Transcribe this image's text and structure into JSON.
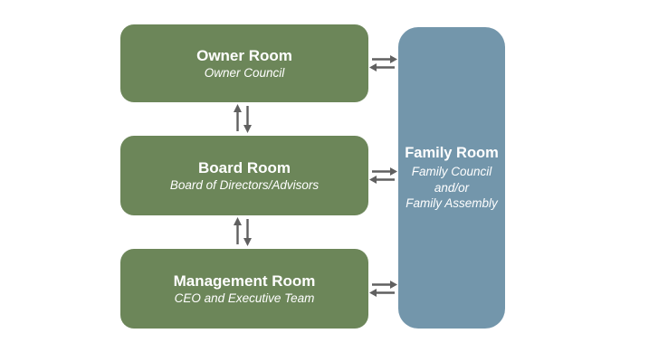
{
  "diagram": {
    "kind": "governance-structure-diagram",
    "colors": {
      "green_box": "#6c8659",
      "blue_box": "#7396ab",
      "arrow": "#606060",
      "text_on_box": "#ffffff",
      "background": "#ffffff"
    },
    "rooms": [
      {
        "title": "Owner Room",
        "subtitle": "Owner Council"
      },
      {
        "title": "Board Room",
        "subtitle": "Board of Directors/Advisors"
      },
      {
        "title": "Management Room",
        "subtitle": "CEO and Executive Team"
      }
    ],
    "family_room": {
      "title": "Family Room",
      "subtitle_lines": [
        "Family Council",
        "and/or",
        "Family Assembly"
      ]
    },
    "connections": [
      {
        "from": "Owner Room",
        "to": "Board Room",
        "style": "double-arrow-vertical"
      },
      {
        "from": "Board Room",
        "to": "Management Room",
        "style": "double-arrow-vertical"
      },
      {
        "from": "Owner Room",
        "to": "Family Room",
        "style": "double-arrow-horizontal"
      },
      {
        "from": "Board Room",
        "to": "Family Room",
        "style": "double-arrow-horizontal"
      },
      {
        "from": "Management Room",
        "to": "Family Room",
        "style": "double-arrow-horizontal"
      }
    ]
  }
}
